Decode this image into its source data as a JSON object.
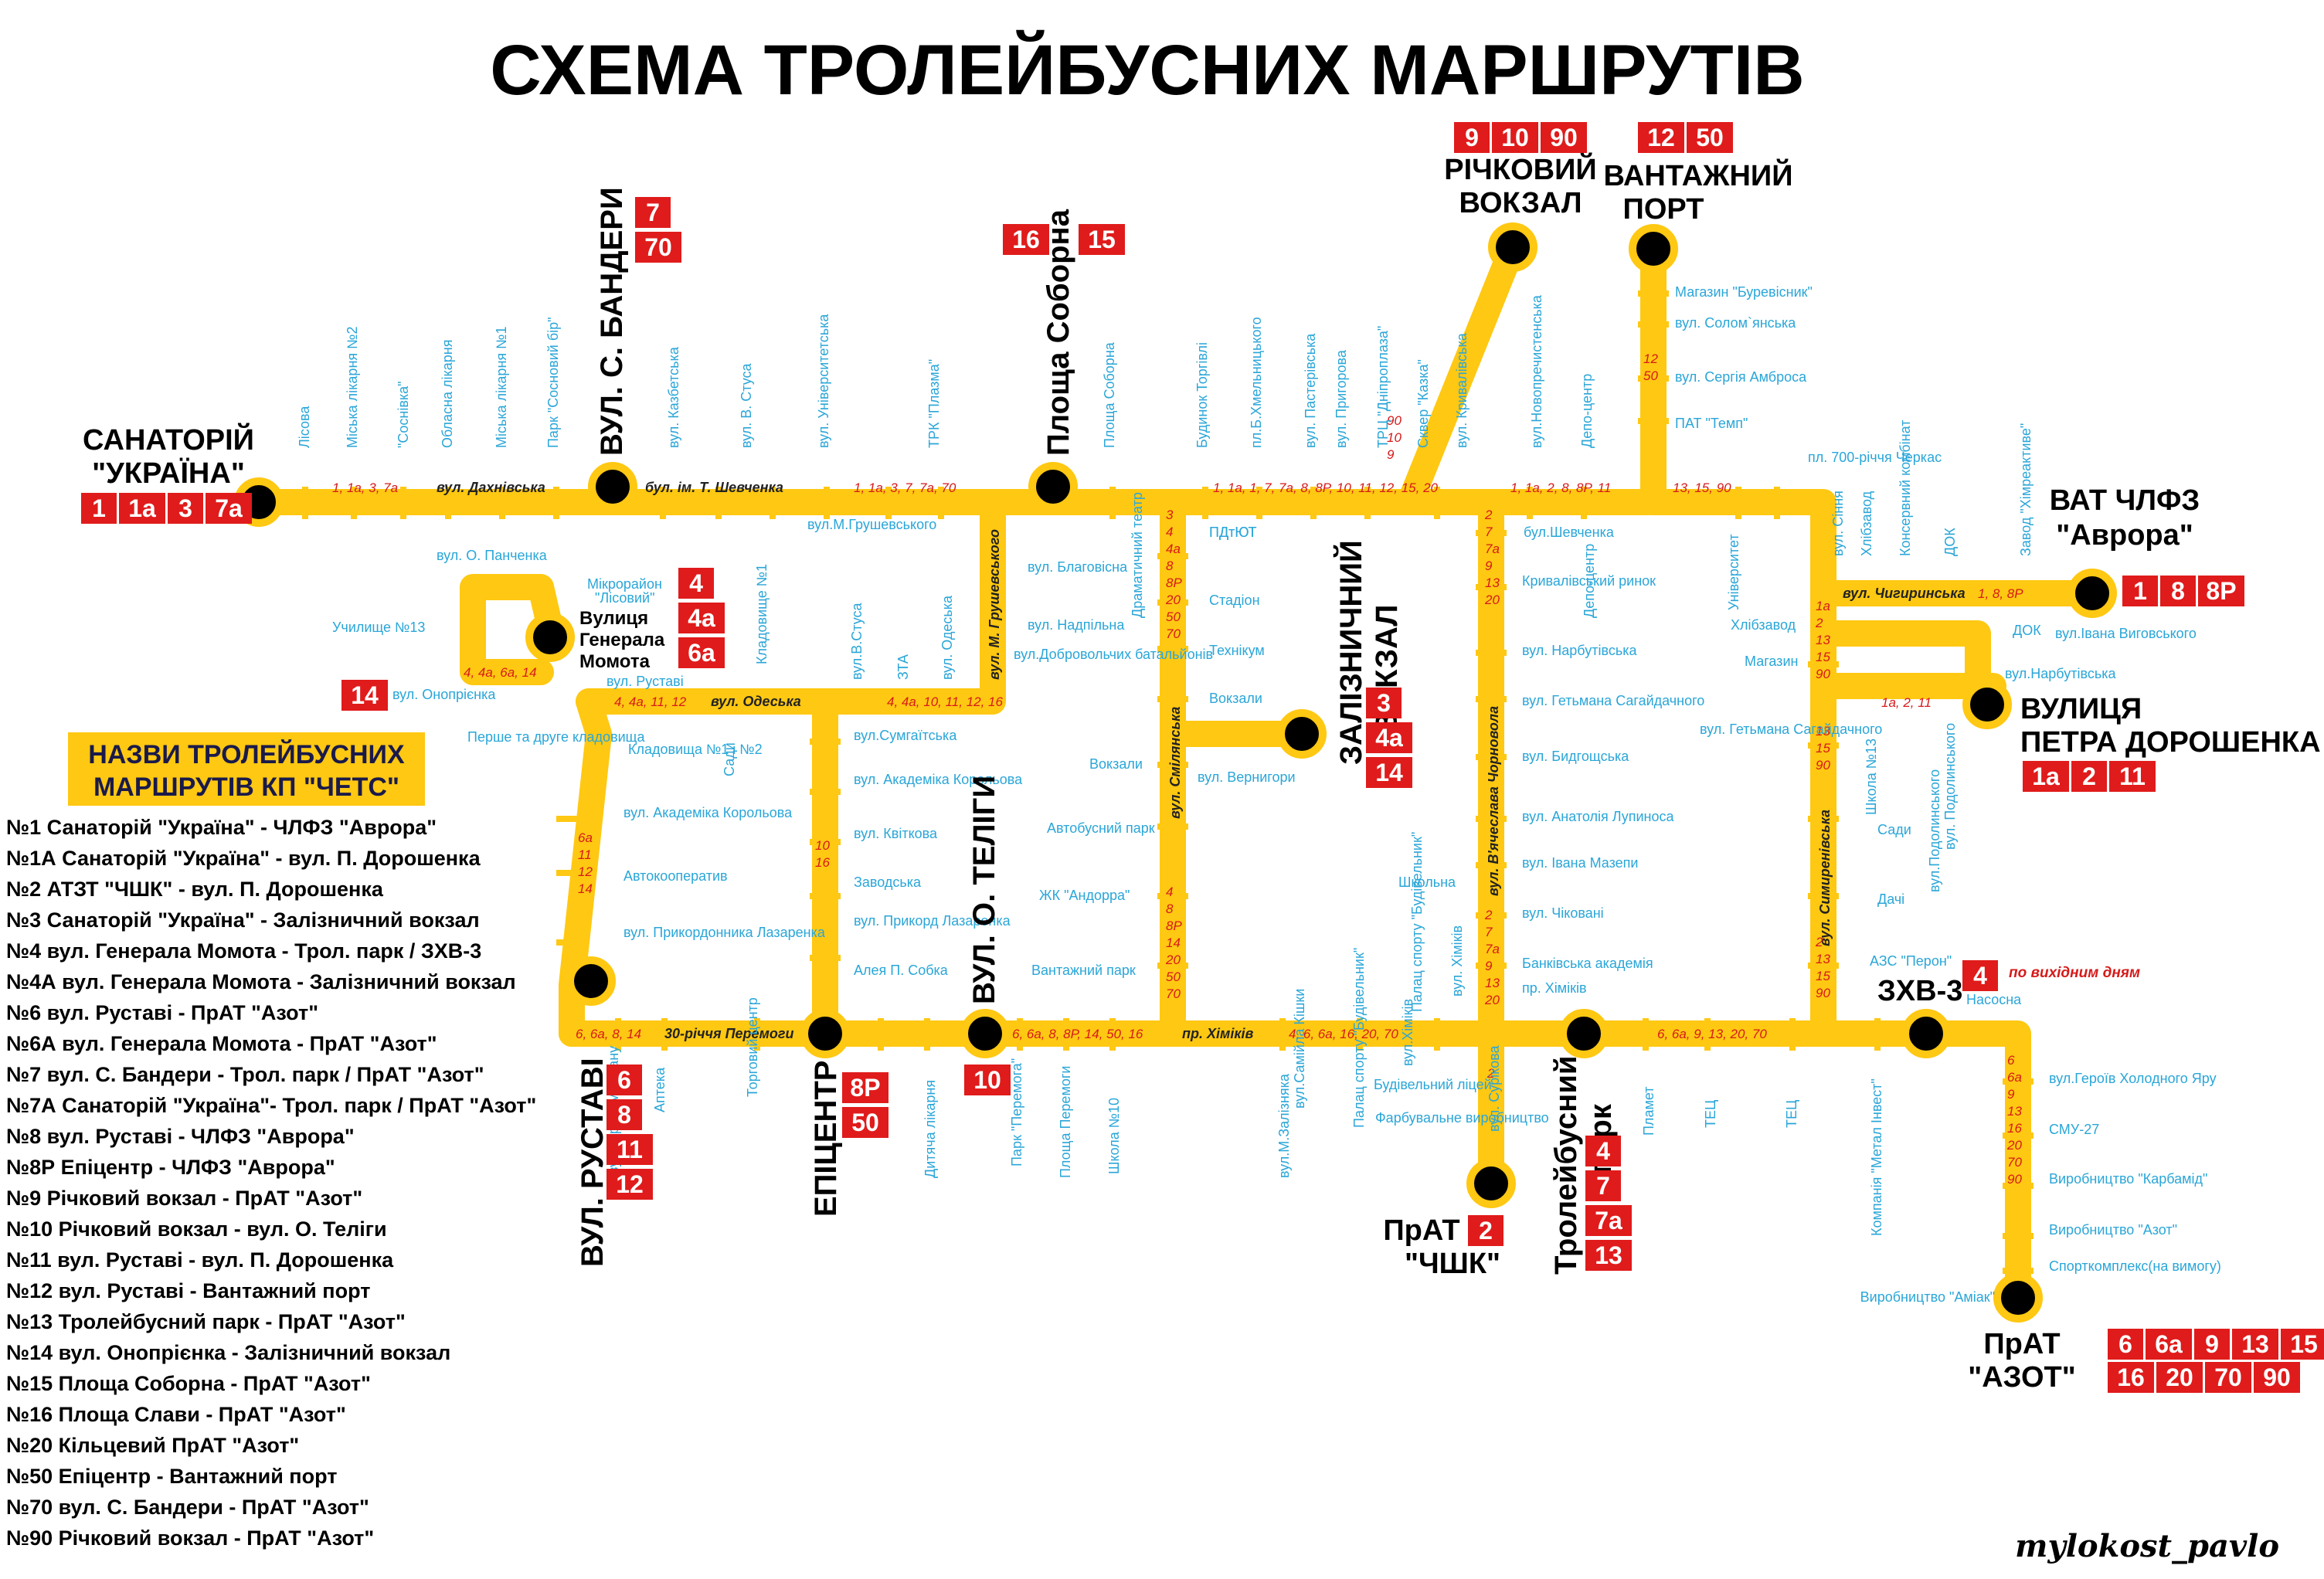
{
  "title": "СХЕМА ТРОЛЕЙБУСНИХ МАРШРУТІВ",
  "colors": {
    "route": "#ffc812",
    "badge": "#e01b1b",
    "stop_label": "#2aa6d8",
    "node": "#000000"
  },
  "terminals": {
    "sanatoriy": {
      "lines": [
        "САНАТОРІЙ",
        "\"УКРАЇНА\""
      ],
      "routes": [
        "1",
        "1а",
        "3",
        "7а"
      ]
    },
    "bandery": {
      "lines": [
        "ВУЛ. С. БАНДЕРИ"
      ],
      "routes": [
        "7",
        "70"
      ]
    },
    "soborna": {
      "lines": [
        "Площа Соборна"
      ],
      "routes": [
        "16",
        "15"
      ]
    },
    "richkovyi": {
      "lines": [
        "РІЧКОВИЙ",
        "ВОКЗАЛ"
      ],
      "routes": [
        "9",
        "10",
        "90"
      ]
    },
    "port": {
      "lines": [
        "ВАНТАЖНИЙ",
        "ПОРТ"
      ],
      "routes": [
        "12",
        "50"
      ]
    },
    "avrora": {
      "lines": [
        "ВАТ ЧЛФЗ",
        "\"Аврора\""
      ],
      "routes": [
        "1",
        "8",
        "8Р"
      ]
    },
    "momota": {
      "lines": [
        "Вулиця",
        "Генерала",
        "Момота"
      ],
      "routes": [
        "4",
        "4а",
        "6а"
      ]
    },
    "onopriyenka": {
      "routes": [
        "14"
      ]
    },
    "doroshenka": {
      "lines": [
        "ВУЛИЦЯ",
        "ПЕТРА ДОРОШЕНКА"
      ],
      "routes": [
        "1а",
        "2",
        "11"
      ]
    },
    "zaliznychnyi": {
      "lines": [
        "ЗАЛІЗНИЧНИЙ",
        "ВОКЗАЛ"
      ],
      "routes": [
        "3",
        "4а",
        "14"
      ]
    },
    "rustavi": {
      "lines": [
        "ВУЛ. РУСТАВІ"
      ],
      "routes": [
        "6",
        "8",
        "11",
        "12"
      ]
    },
    "epitsentr": {
      "lines": [
        "ЕПІЦЕНТР"
      ],
      "routes": [
        "8Р",
        "50"
      ]
    },
    "teligy": {
      "lines": [
        "ВУЛ. О. ТЕЛІГИ"
      ],
      "routes": [
        "10"
      ]
    },
    "chshk": {
      "lines": [
        "ПрАТ",
        "\"ЧШК\""
      ],
      "routes": [
        "2"
      ]
    },
    "park": {
      "lines": [
        "Тролейбусний",
        "парк"
      ],
      "routes": [
        "4",
        "7",
        "7а",
        "13"
      ]
    },
    "zkhv3": {
      "lines": [
        "ЗХВ-3"
      ],
      "routes": [
        "4"
      ],
      "note": "по вихідним дням"
    },
    "azot": {
      "lines": [
        "ПрАТ",
        "\"АЗОТ\""
      ],
      "routes": [
        "6",
        "6а",
        "9",
        "13",
        "15",
        "16",
        "20",
        "70",
        "90"
      ]
    }
  },
  "streets": {
    "dakhnivska": "вул. Дахнівська",
    "shevchenka": "бул. ім. Т. Шевченка",
    "odeska": "вул. Одеська",
    "hrushevskoho": "вул. М. Грушевського",
    "smilianska": "вул. Смілянська",
    "chornovola": "вул. В'ячеслава Чорновола",
    "chyhyrynska": "вул. Чигиринська",
    "symyrenivska": "вул. Симиренівська",
    "peremohy": "30-річчя Перемоги",
    "khimikiv": "пр. Хіміків"
  },
  "route_labels": {
    "r_dakh": "1, 1а, 3, 7а",
    "r_shev1": "1, 1а, 3, 7, 7а, 70",
    "r_shev2": "1, 1а, 1, 7, 7а, 8, 8Р, 10, 11, 12, 15, 20",
    "r_shev3": "1, 1а, 2, 8, 8Р, 11",
    "r_shev4": "13, 15, 90",
    "r_odeska1": "4, 4а, 11, 12",
    "r_odeska2": "4, 4а, 10, 11, 12, 16",
    "r_momota": "4, 4а, 6а, 14",
    "r_chyh": "1, 8, 8Р",
    "r_dor": "1а, 2, 11",
    "r_per": "6, 6а, 8, 14",
    "r_khim1": "6, 6а, 8, 8Р, 14, 50, 16",
    "r_khim2": "4, 6, 6а, 16, 20, 70",
    "r_khim3": "6, 6а, 9, 13, 20, 70",
    "r_rust": [
      "6а",
      "11",
      "12",
      "14"
    ],
    "r_teligy": [
      "10",
      "16"
    ],
    "r_smila1": [
      "3",
      "4",
      "4а",
      "8",
      "8Р",
      "20",
      "50",
      "70"
    ],
    "r_smila2": [
      "4",
      "8",
      "8Р",
      "14",
      "20",
      "50",
      "70"
    ],
    "r_chorn1": [
      "2",
      "7",
      "7а",
      "9",
      "13",
      "20"
    ],
    "r_chorn2": [
      "2",
      "7",
      "7а",
      "9",
      "13",
      "20"
    ],
    "r_chornS": [
      "2"
    ],
    "r_river": [
      "90",
      "10",
      "9"
    ],
    "r_port": [
      "12",
      "50"
    ],
    "r_sym1": [
      "1а",
      "2",
      "13",
      "15",
      "90"
    ],
    "r_sym2": [
      "13",
      "15",
      "90"
    ],
    "r_sym3": [
      "2",
      "13",
      "15",
      "90"
    ],
    "r_azot": [
      "6",
      "6а",
      "9",
      "13",
      "16",
      "20",
      "70",
      "90"
    ]
  },
  "stops": {
    "top_row": [
      "Лісова",
      "Міська лікарня №2",
      "\"Соснівка\"",
      "Обласна лікарня",
      "Міська лікарня №1",
      "Парк \"Сосновий бір\"",
      "вул. Казбетська",
      "вул. В. Стуса",
      "вул. Університетська",
      "ТРК \"Плазма\"",
      "Площа Соборна",
      "Будинок Торгівлі",
      "пл.Б.Хмельницького",
      "вул. Пастерівська",
      "вул. Пригорова",
      "ТРЦ \"Дніпроплаза\"",
      "Сквер \"Казка\"",
      "вул. Кривалівська",
      "вул.Новопречистенська",
      "Депо-центр"
    ],
    "port_line": [
      "Магазин \"Буревісник\"",
      "вул. Солом`янська",
      "вул. Сергія Амброса",
      "ПАТ \"Темп\""
    ],
    "shev_under": [
      "вул.М.Грушевського",
      "ПДтЮТ",
      "бул.Шевченка",
      "пл. 700-річчя Черкас"
    ],
    "east_cluster": [
      "Депо-центр",
      "Університет",
      "вул. Сіння",
      "Хлібзавод",
      "Консервний комбінат",
      "ДОК",
      "Завод \"Хімреактиве\""
    ],
    "momota_area": [
      "вул. О. Панченка",
      "Мікрорайон",
      "\"Лісовий\"",
      "Училище №13",
      "вул. Руставі",
      "вул. Онопрієнка",
      "Перше та друге кладовища",
      "Кладовища №1 і №2",
      "Сади",
      "Кладовище №1",
      "вул.В.Стуса",
      "ЗТА",
      "вул. Одеська"
    ],
    "rustavi_line": [
      "вул. Академіка Корольова",
      "Автокооператив",
      "вул. Прикордонника Лазаренка"
    ],
    "teligy_line": [
      "вул.Сумгаїтська",
      "вул. Академіка Корольова",
      "вул. Квіткова",
      "Заводська",
      "вул. Прикорд Лазаренка",
      "Алея П. Собка"
    ],
    "hrush_line": [
      "вул. Благовісна",
      "вул. Надпільна",
      "вул.Добровольчих батальйонів"
    ],
    "smila_left": [
      "Драматичний театр",
      "Вокзали",
      "Автобусний парк",
      "ЖК \"Андорра\"",
      "Вантажний парк"
    ],
    "smila_right": [
      "ПДтЮТ",
      "Стадіон",
      "Технікум",
      "Вокзали",
      "вул. Вернигори"
    ],
    "chorn_right": [
      "Кривалівський ринок",
      "вул. Нарбутівська",
      "вул. Гетьмана Сагайдачного",
      "вул. Бидгощська",
      "вул. Анатолія Лупиноса",
      "вул. Івана Мазепи",
      "вул. Чіковані",
      "Банківська академія",
      "пр. Хіміків"
    ],
    "chorn_left": [
      "Школьна",
      "Палац спорту \"Будівельник\"",
      "вул. Хіміків"
    ],
    "sym_left": [
      "Хлібзавод",
      "Магазин",
      "вул. Гетьмана Сагайдачного"
    ],
    "sym_right": [
      "вул.Нарбутівська",
      "Школа №13",
      "вул. Подолинського",
      "вул.Подолинського",
      "Сади",
      "Дачі",
      "АЗС \"Перон\"",
      "Насосна"
    ],
    "chyh_area": [
      "ДОК",
      "вул.Івана Виговського"
    ],
    "bottom_row": [
      "вул.Героїв Майдану",
      "Аптека",
      "Торговий центр",
      "Дитяча лікарня",
      "Парк \"Перемога\"",
      "Площа Перемоги",
      "Школа №10",
      "вул.М.Залізняка",
      "вул.Самійла Кішки",
      "Палац спорту \"Будівельник\"",
      "вул.Хіміків",
      "Будівельний ліцей",
      "Фарбувальне виробництво",
      "вул. Сурікова",
      "Пламет",
      "ТЕЦ",
      "ТЕЦ",
      "Компанія \"Метал Інвест\""
    ],
    "azot_line": [
      "вул.Героїв Холодного Яру",
      "СМУ-27",
      "Виробництво \"Карбамід\"",
      "Виробництво \"Азот\"",
      "Спорткомплекс(на вимогу)",
      "Виробництво \"Аміак\""
    ]
  },
  "legend": {
    "header": [
      "НАЗВИ ТРОЛЕЙБУСНИХ",
      "МАРШРУТІВ КП \"ЧЕТС\""
    ],
    "items": [
      "№1 Санаторій \"Україна\" - ЧЛФЗ \"Аврора\"",
      "№1А Санаторій \"Україна\" - вул. П. Дорошенка",
      "№2 АТЗТ \"ЧШК\" - вул. П. Дорошенка",
      "№3 Санаторій \"Україна\" - Залізничний вокзал",
      "№4 вул. Генерала Момота - Трол. парк / ЗХВ-3",
      "№4А вул. Генерала Момота - Залізничний вокзал",
      "№6 вул. Руставі - ПрАТ \"Азот\"",
      "№6А вул. Генерала Момота - ПрАТ \"Азот\"",
      "№7 вул. С. Бандери - Трол. парк / ПрАТ \"Азот\"",
      "№7А Санаторій \"Україна\"- Трол. парк / ПрАТ \"Азот\"",
      "№8 вул. Руставі - ЧЛФЗ \"Аврора\"",
      "№8Р Епіцентр - ЧЛФЗ \"Аврора\"",
      "№9 Річковий вокзал - ПрАТ \"Азот\"",
      "№10 Річковий вокзал - вул. О. Теліги",
      "№11 вул. Руставі - вул. П. Дорошенка",
      "№12 вул. Руставі - Вантажний порт",
      "№13 Тролейбусний парк - ПрАТ \"Азот\"",
      "№14 вул. Онопрієнка - Залізничний вокзал",
      "№15 Площа Соборна - ПрАТ \"Азот\"",
      "№16 Площа Слави - ПрАТ \"Азот\"",
      "№20 Кільцевий ПрАТ \"Азот\"",
      "№50 Епіцентр - Вантажний порт",
      "№70 вул. С. Бандери - ПрАТ \"Азот\"",
      "№90 Річковий вокзал - ПрАТ \"Азот\""
    ]
  },
  "signature": "mylokost_pavlo"
}
